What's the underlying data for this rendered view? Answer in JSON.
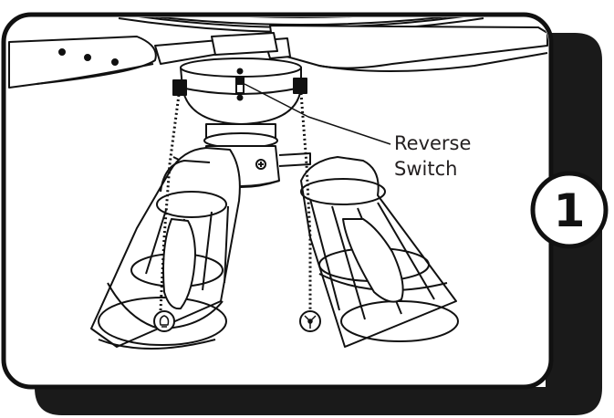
{
  "callout": {
    "line1": "Reverse",
    "line2": "Switch"
  },
  "step": {
    "number": "1"
  },
  "colors": {
    "ink": "#111111",
    "shadow": "#1a1a1a",
    "paper": "#ffffff"
  },
  "icons": {
    "light_chain_pull": "bulb-icon",
    "fan_chain_pull": "fan-icon"
  }
}
